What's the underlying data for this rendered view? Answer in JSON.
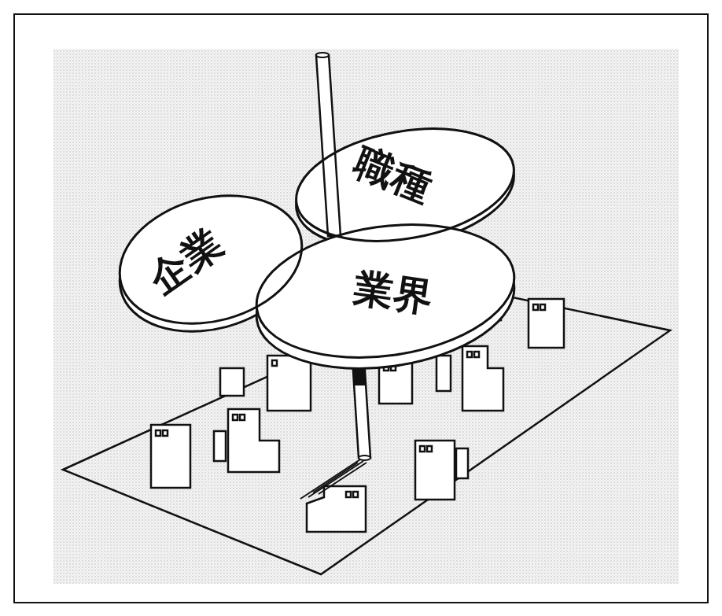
{
  "diagram": {
    "nodes": [
      {
        "text": [
          "職種"
        ]
      },
      {
        "text": [
          "企業"
        ]
      },
      {
        "text": [
          "業界"
        ]
      }
    ]
  }
}
